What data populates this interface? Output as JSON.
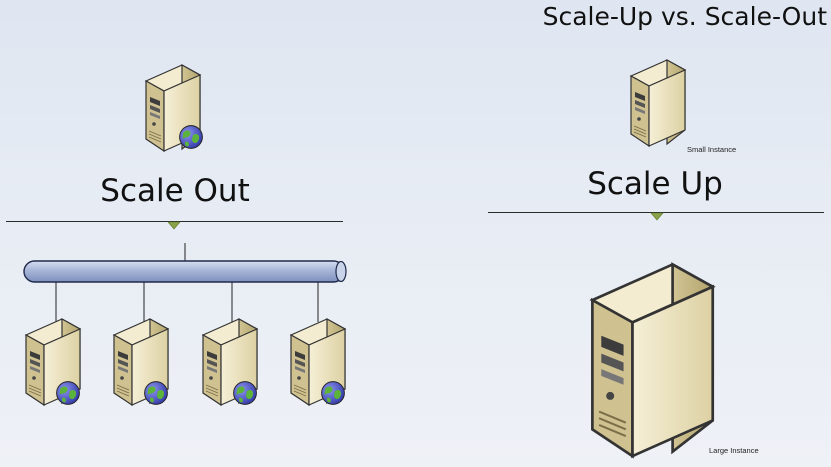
{
  "title": "Scale-Up vs. Scale-Out",
  "scale_out": {
    "heading": "Scale Out",
    "server_count": 4
  },
  "scale_up": {
    "heading": "Scale Up",
    "small_label": "Small Instance",
    "large_label": "Large Instance"
  },
  "colors": {
    "background": "#e3e9f2",
    "server_body": "#eae2bf",
    "server_side": "#cdbf8d",
    "network_bus": "#a9b8d9",
    "connector": "#8aa34a",
    "globe": "#4f56c8"
  }
}
